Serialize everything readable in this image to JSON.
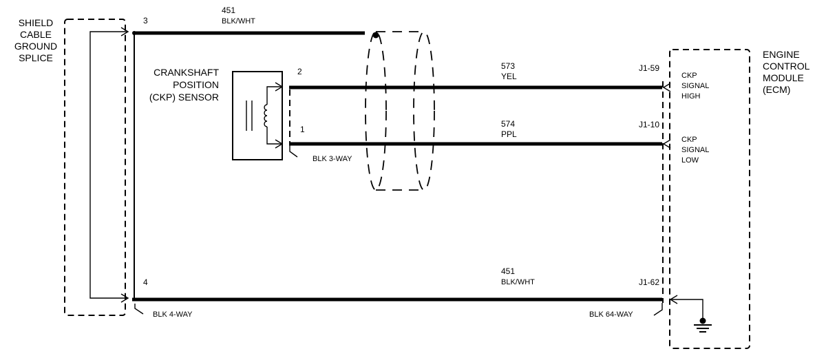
{
  "labels": {
    "shield_splice": [
      "SHIELD",
      "CABLE",
      "GROUND",
      "SPLICE"
    ],
    "sensor_name": [
      "CRANKSHAFT",
      "POSITION",
      "(CKP) SENSOR"
    ],
    "ecm_name": [
      "ENGINE",
      "CONTROL",
      "MODULE",
      "(ECM)"
    ],
    "ckp_high": [
      "CKP",
      "SIGNAL",
      "HIGH"
    ],
    "ckp_low": [
      "CKP",
      "SIGNAL",
      "LOW"
    ]
  },
  "pins": {
    "p3": "3",
    "p2": "2",
    "p1": "1",
    "p4": "4",
    "j1_59": "J1-59",
    "j1_10": "J1-10",
    "j1_62": "J1-62"
  },
  "wires": {
    "top": {
      "circuit": "451",
      "color": "BLK/WHT"
    },
    "yel": {
      "circuit": "573",
      "color": "YEL"
    },
    "ppl": {
      "circuit": "574",
      "color": "PPL"
    },
    "bottom": {
      "circuit": "451",
      "color": "BLK/WHT"
    }
  },
  "connectors": {
    "sensor_conn": "BLK 3-WAY",
    "splice_conn": "BLK 4-WAY",
    "ecm_conn": "BLK 64-WAY"
  }
}
